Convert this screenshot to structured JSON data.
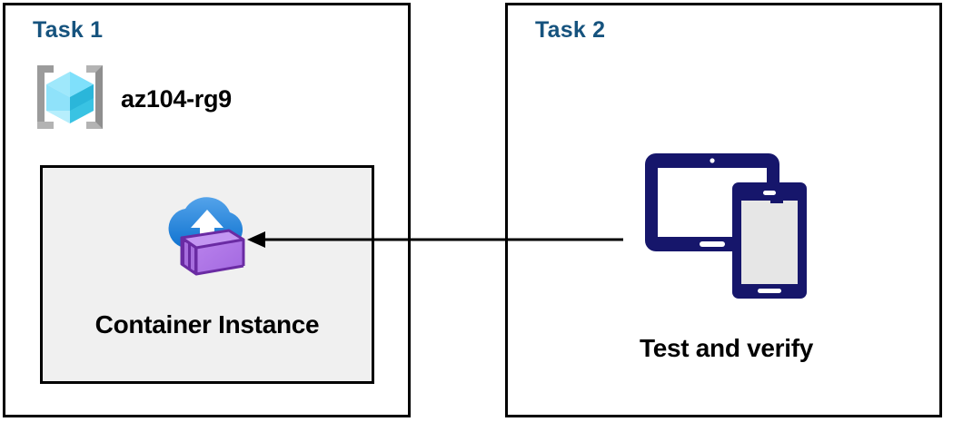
{
  "diagram": {
    "background_color": "#ffffff",
    "panel_border_color": "#000000",
    "task_title_color": "#16537e",
    "card_fill_color": "#f0f0f0",
    "arrow_color": "#000000"
  },
  "panels": [
    {
      "id": "task-1",
      "title": "Task 1",
      "resource_group": {
        "icon": "azure-resource-group-icon",
        "icon_colors": {
          "bracket": "#a0a0a0",
          "cube_light": "#9fe8fb",
          "cube_mid": "#50d7f5",
          "cube_dark": "#2bb7db"
        },
        "label": "az104-rg9"
      },
      "resource_card": {
        "icon": "azure-container-instance-icon",
        "icon_colors": {
          "cloud_top": "#4f9fe8",
          "cloud_bottom": "#1275d3",
          "box_light": "#b77dea",
          "box_mid": "#9a63d9",
          "box_dark": "#6a2ba3",
          "arrow": "#ffffff"
        },
        "label": "Container Instance"
      }
    },
    {
      "id": "task-2",
      "title": "Task 2",
      "devices": {
        "icon": "devices-tablet-phone-icon",
        "icon_colors": {
          "outline": "#16166b",
          "screen": "#ffffff",
          "phone_screen": "#e6e6e6"
        },
        "label": "Test and verify"
      }
    }
  ],
  "connector": {
    "name": "test-to-container-arrow",
    "direction": "right-to-left",
    "from": "Test and verify",
    "to": "Container Instance",
    "color": "#000000"
  }
}
